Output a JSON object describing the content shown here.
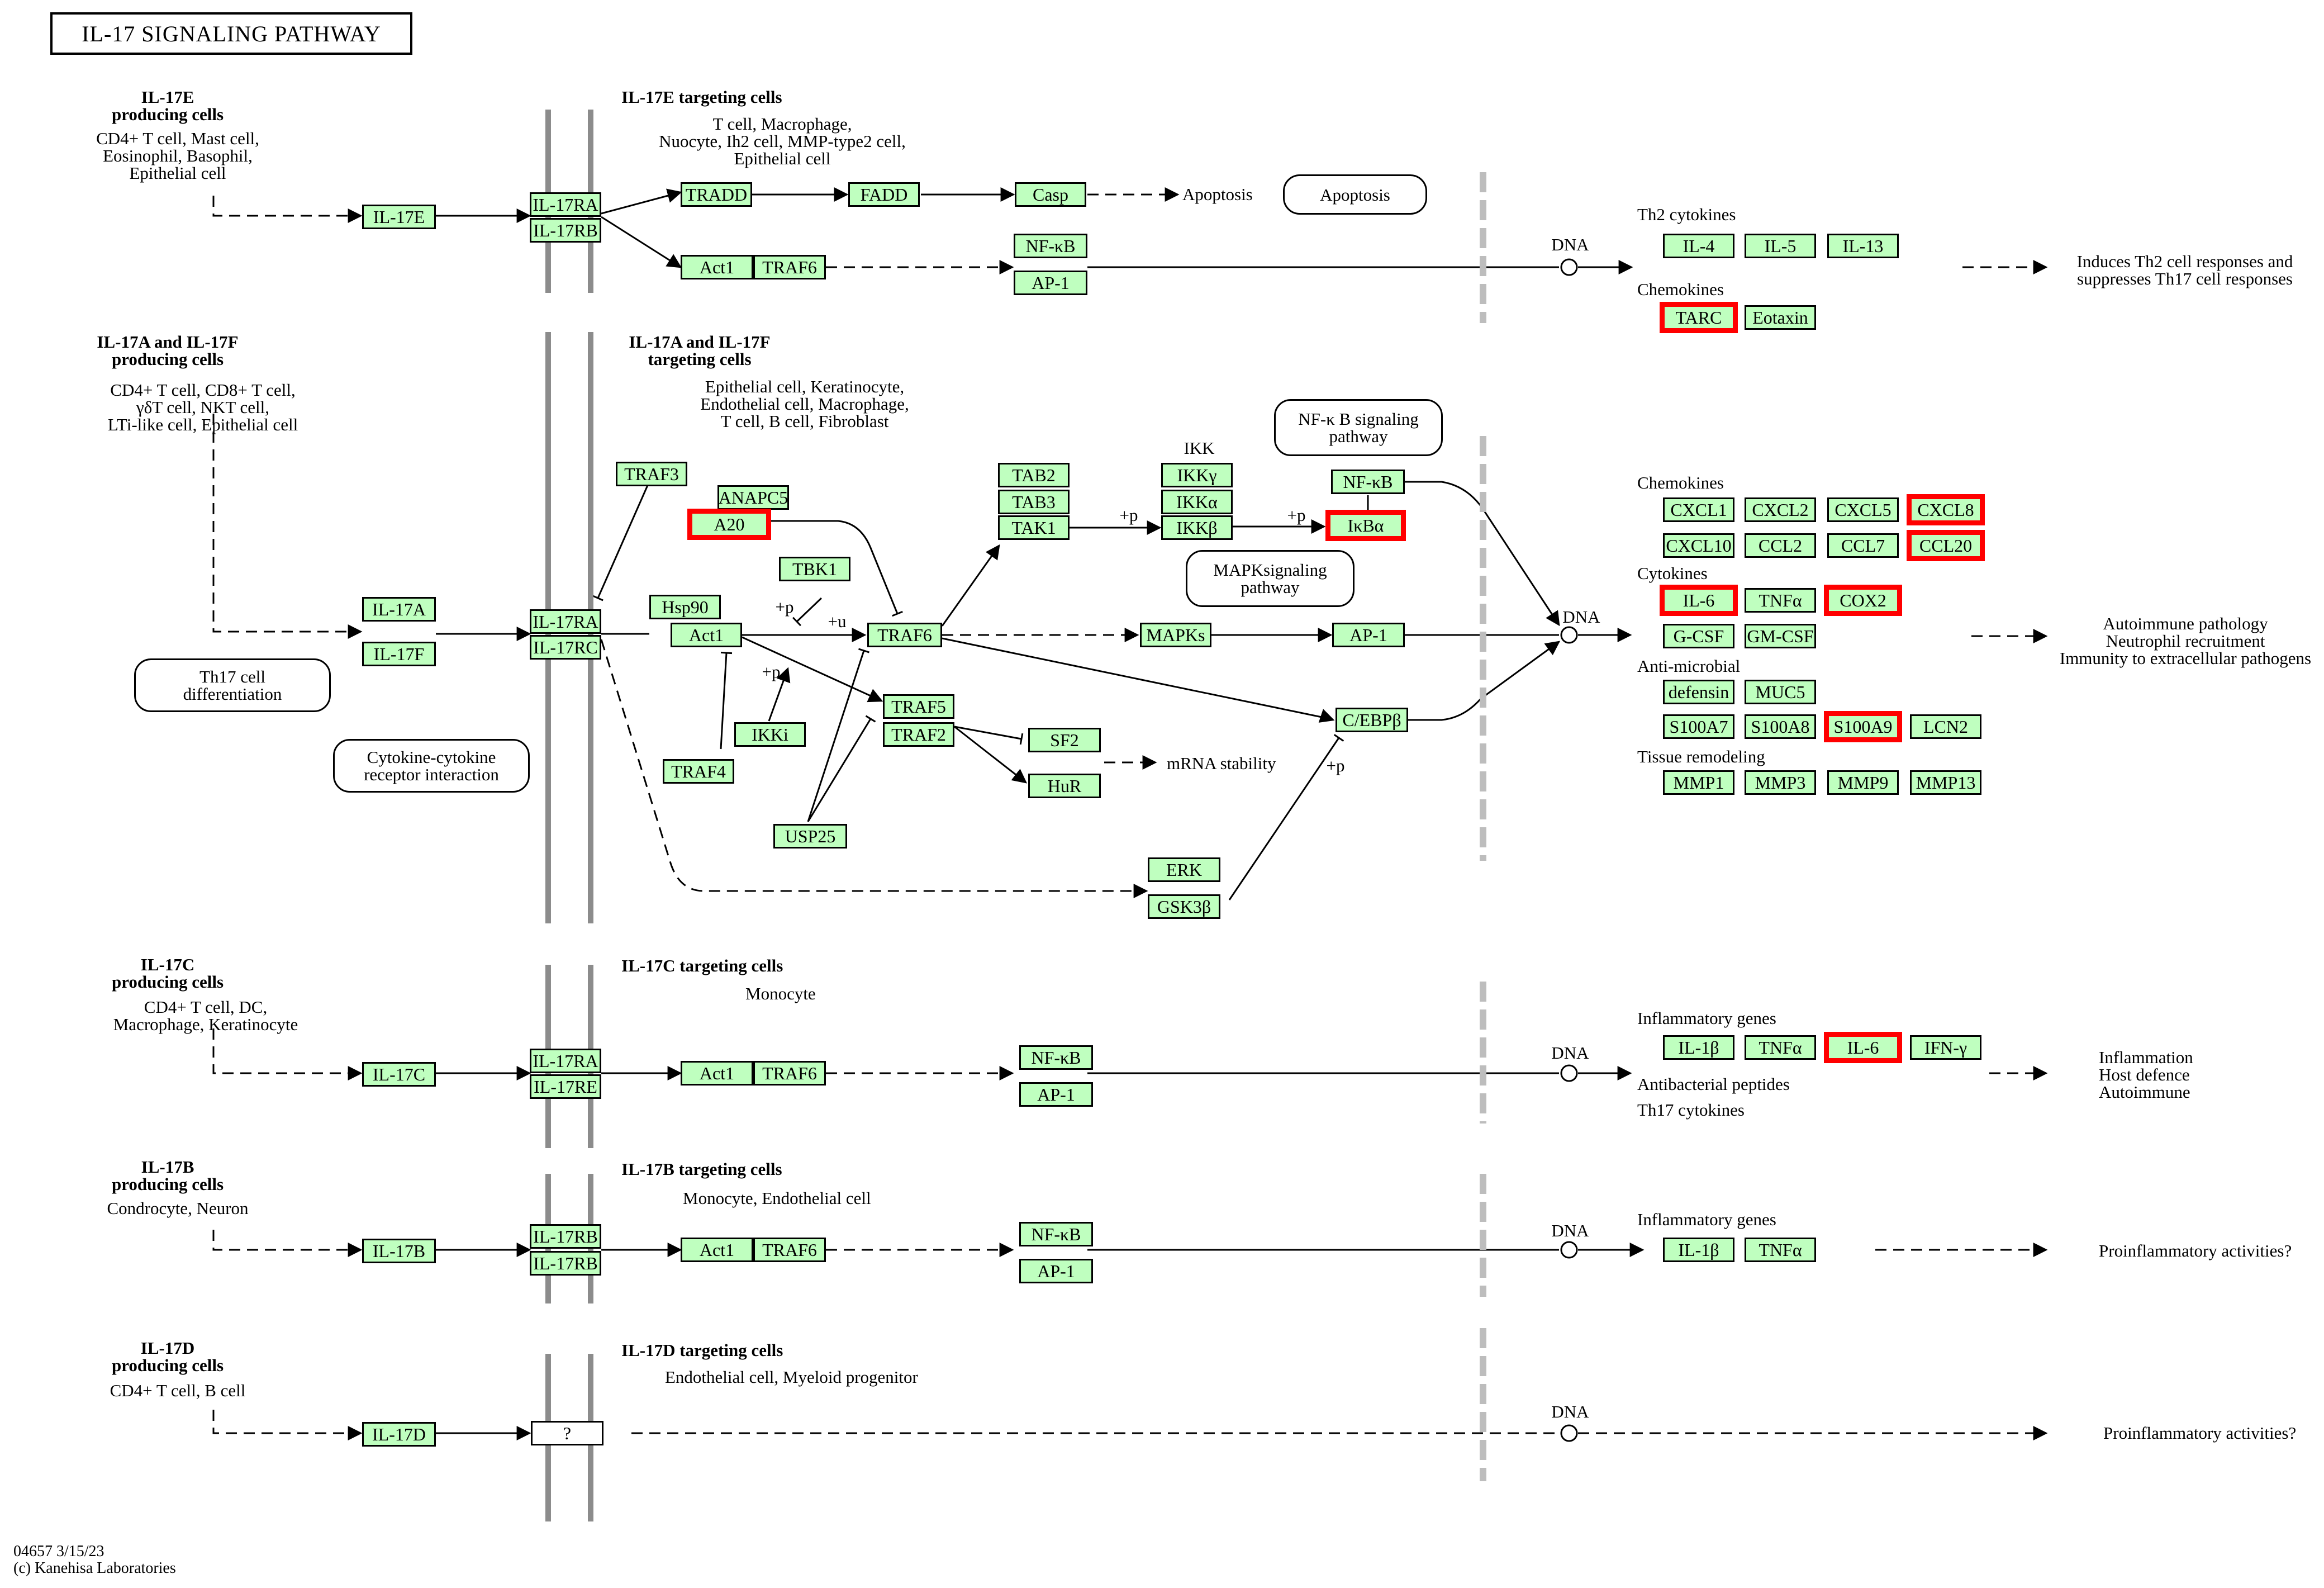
{
  "title": "IL-17 SIGNALING PATHWAY",
  "footer": {
    "code": "04657 3/15/23",
    "copyright": "(c) Kanehisa Laboratories"
  },
  "colors": {
    "gene_fill": "#bfffbf",
    "highlight": "#ff0000",
    "membrane": "#8c8c8c",
    "dna_barrier": "#bdbdbd"
  },
  "producing": {
    "e": {
      "name": "IL-17E",
      "sub": "producing cells",
      "cells": "CD4+ T cell, Mast cell,\nEosinophil, Basophil,\nEpithelial cell"
    },
    "af": {
      "name": "IL-17A and IL-17F",
      "sub": "producing cells",
      "cells": "CD4+ T cell, CD8+ T cell,\nγδT cell, NKT cell,\nLTi-like cell, Epithelial cell"
    },
    "c": {
      "name": "IL-17C",
      "sub": "producing cells",
      "cells": "CD4+ T cell, DC,\nMacrophage, Keratinocyte"
    },
    "b": {
      "name": "IL-17B",
      "sub": "producing cells",
      "cells": "Condrocyte, Neuron"
    },
    "d": {
      "name": "IL-17D",
      "sub": "producing cells",
      "cells": "CD4+ T cell, B cell"
    }
  },
  "targeting": {
    "e": {
      "name": "IL-17E targeting cells",
      "cells": "T cell, Macrophage,\nNuocyte, Ih2 cell, MMP-type2 cell,\nEpithelial cell"
    },
    "af": {
      "name": "IL-17A and IL-17F\ntargeting cells",
      "cells": "Epithelial cell, Keratinocyte,\nEndothelial cell, Macrophage,\nT cell, B cell, Fibroblast"
    },
    "c": {
      "name": "IL-17C targeting cells",
      "cells": "Monocyte"
    },
    "b": {
      "name": "IL-17B targeting cells",
      "cells": "Monocyte, Endothelial cell"
    },
    "d": {
      "name": "IL-17D targeting cells",
      "cells": "Endothelial cell, Myeloid progenitor"
    }
  },
  "nodes": {
    "il17e": "IL-17E",
    "il17ra_e": "IL-17RA",
    "il17rb_e": "IL-17RB",
    "tradd": "TRADD",
    "fadd": "FADD",
    "casp": "Casp",
    "act1_e": "Act1",
    "traf6_e": "TRAF6",
    "nfkb_e": "NF-κB",
    "ap1_e": "AP-1",
    "il4": "IL-4",
    "il5": "IL-5",
    "il13": "IL-13",
    "tarc": "TARC",
    "eotaxin": "Eotaxin",
    "traf3": "TRAF3",
    "anapc5": "ANAPC5",
    "a20": "A20",
    "tbk1": "TBK1",
    "hsp90": "Hsp90",
    "act1_af": "Act1",
    "traf6_af": "TRAF6",
    "traf4": "TRAF4",
    "ikki": "IKKi",
    "usp25": "USP25",
    "traf5": "TRAF5",
    "traf2": "TRAF2",
    "sf2": "SF2",
    "hur": "HuR",
    "tab2": "TAB2",
    "tab3": "TAB3",
    "tak1": "TAK1",
    "ikkg": "IKKγ",
    "ikka": "IKKα",
    "ikkb": "IKKβ",
    "nfkb_af": "NF-κB",
    "ikba": "IκBα",
    "mapks": "MAPKs",
    "ap1_af": "AP-1",
    "cebpb": "C/EBPβ",
    "erk": "ERK",
    "gsk3b": "GSK3β",
    "il17a": "IL-17A",
    "il17f": "IL-17F",
    "il17ra_af": "IL-17RA",
    "il17rc": "IL-17RC",
    "cxcl1": "CXCL1",
    "cxcl2": "CXCL2",
    "cxcl5": "CXCL5",
    "cxcl8": "CXCL8",
    "cxcl10": "CXCL10",
    "ccl2": "CCL2",
    "ccl7": "CCL7",
    "ccl20": "CCL20",
    "il6_af": "IL-6",
    "tnfa_af": "TNFα",
    "cox2": "COX2",
    "gcsf": "G-CSF",
    "gmcsf": "GM-CSF",
    "defensin": "defensin",
    "muc5": "MUC5",
    "s100a7": "S100A7",
    "s100a8": "S100A8",
    "s100a9": "S100A9",
    "lcn2": "LCN2",
    "mmp1": "MMP1",
    "mmp3": "MMP3",
    "mmp9": "MMP9",
    "mmp13": "MMP13",
    "il17c": "IL-17C",
    "il17ra_c": "IL-17RA",
    "il17re": "IL-17RE",
    "act1_c": "Act1",
    "traf6_c": "TRAF6",
    "nfkb_c": "NF-κB",
    "ap1_c": "AP-1",
    "il1b_c": "IL-1β",
    "tnfa_c": "TNFα",
    "il6_c": "IL-6",
    "ifng": "IFN-γ",
    "il17b": "IL-17B",
    "il17rb_b1": "IL-17RB",
    "il17rb_b2": "IL-17RB",
    "act1_b": "Act1",
    "traf6_b": "TRAF6",
    "nfkb_b": "NF-κB",
    "ap1_b": "AP-1",
    "il1b_b": "IL-1β",
    "tnfa_b": "TNFα",
    "il17d": "IL-17D",
    "unknown": "?"
  },
  "maps": {
    "apoptosis": "Apoptosis",
    "nfkb_path": "NF-κ B signaling\npathway",
    "mapk_path": "MAPKsignaling\npathway",
    "th17": "Th17 cell\ndifferentiation",
    "cytokine": "Cytokine-cytokine\nreceptor interaction"
  },
  "labels": {
    "apoptosis_text": "Apoptosis",
    "mrna": "mRNA stability",
    "dna": "DNA",
    "ikk": "IKK",
    "p": "+p",
    "u": "+u",
    "th2_cyt": "Th2 cytokines",
    "chemokines": "Chemokines",
    "cytokines": "Cytokines",
    "antimicrobial": "Anti-microbial",
    "tissue": "Tissue remodeling",
    "inflam_genes": "Inflammatory genes",
    "antibacterial": "Antibacterial peptides",
    "th17_cyt": "Th17 cytokines"
  },
  "outcomes": {
    "e": "Induces Th2 cell responses and\nsuppresses Th17 cell responses",
    "af": "Autoimmune pathology\nNeutrophil recruitment\nImmunity to extracellular pathogens",
    "c": "Inflammation\nHost defence\nAutoimmune",
    "b": "Proinflammatory activities?",
    "d": "Proinflammatory activities?"
  }
}
